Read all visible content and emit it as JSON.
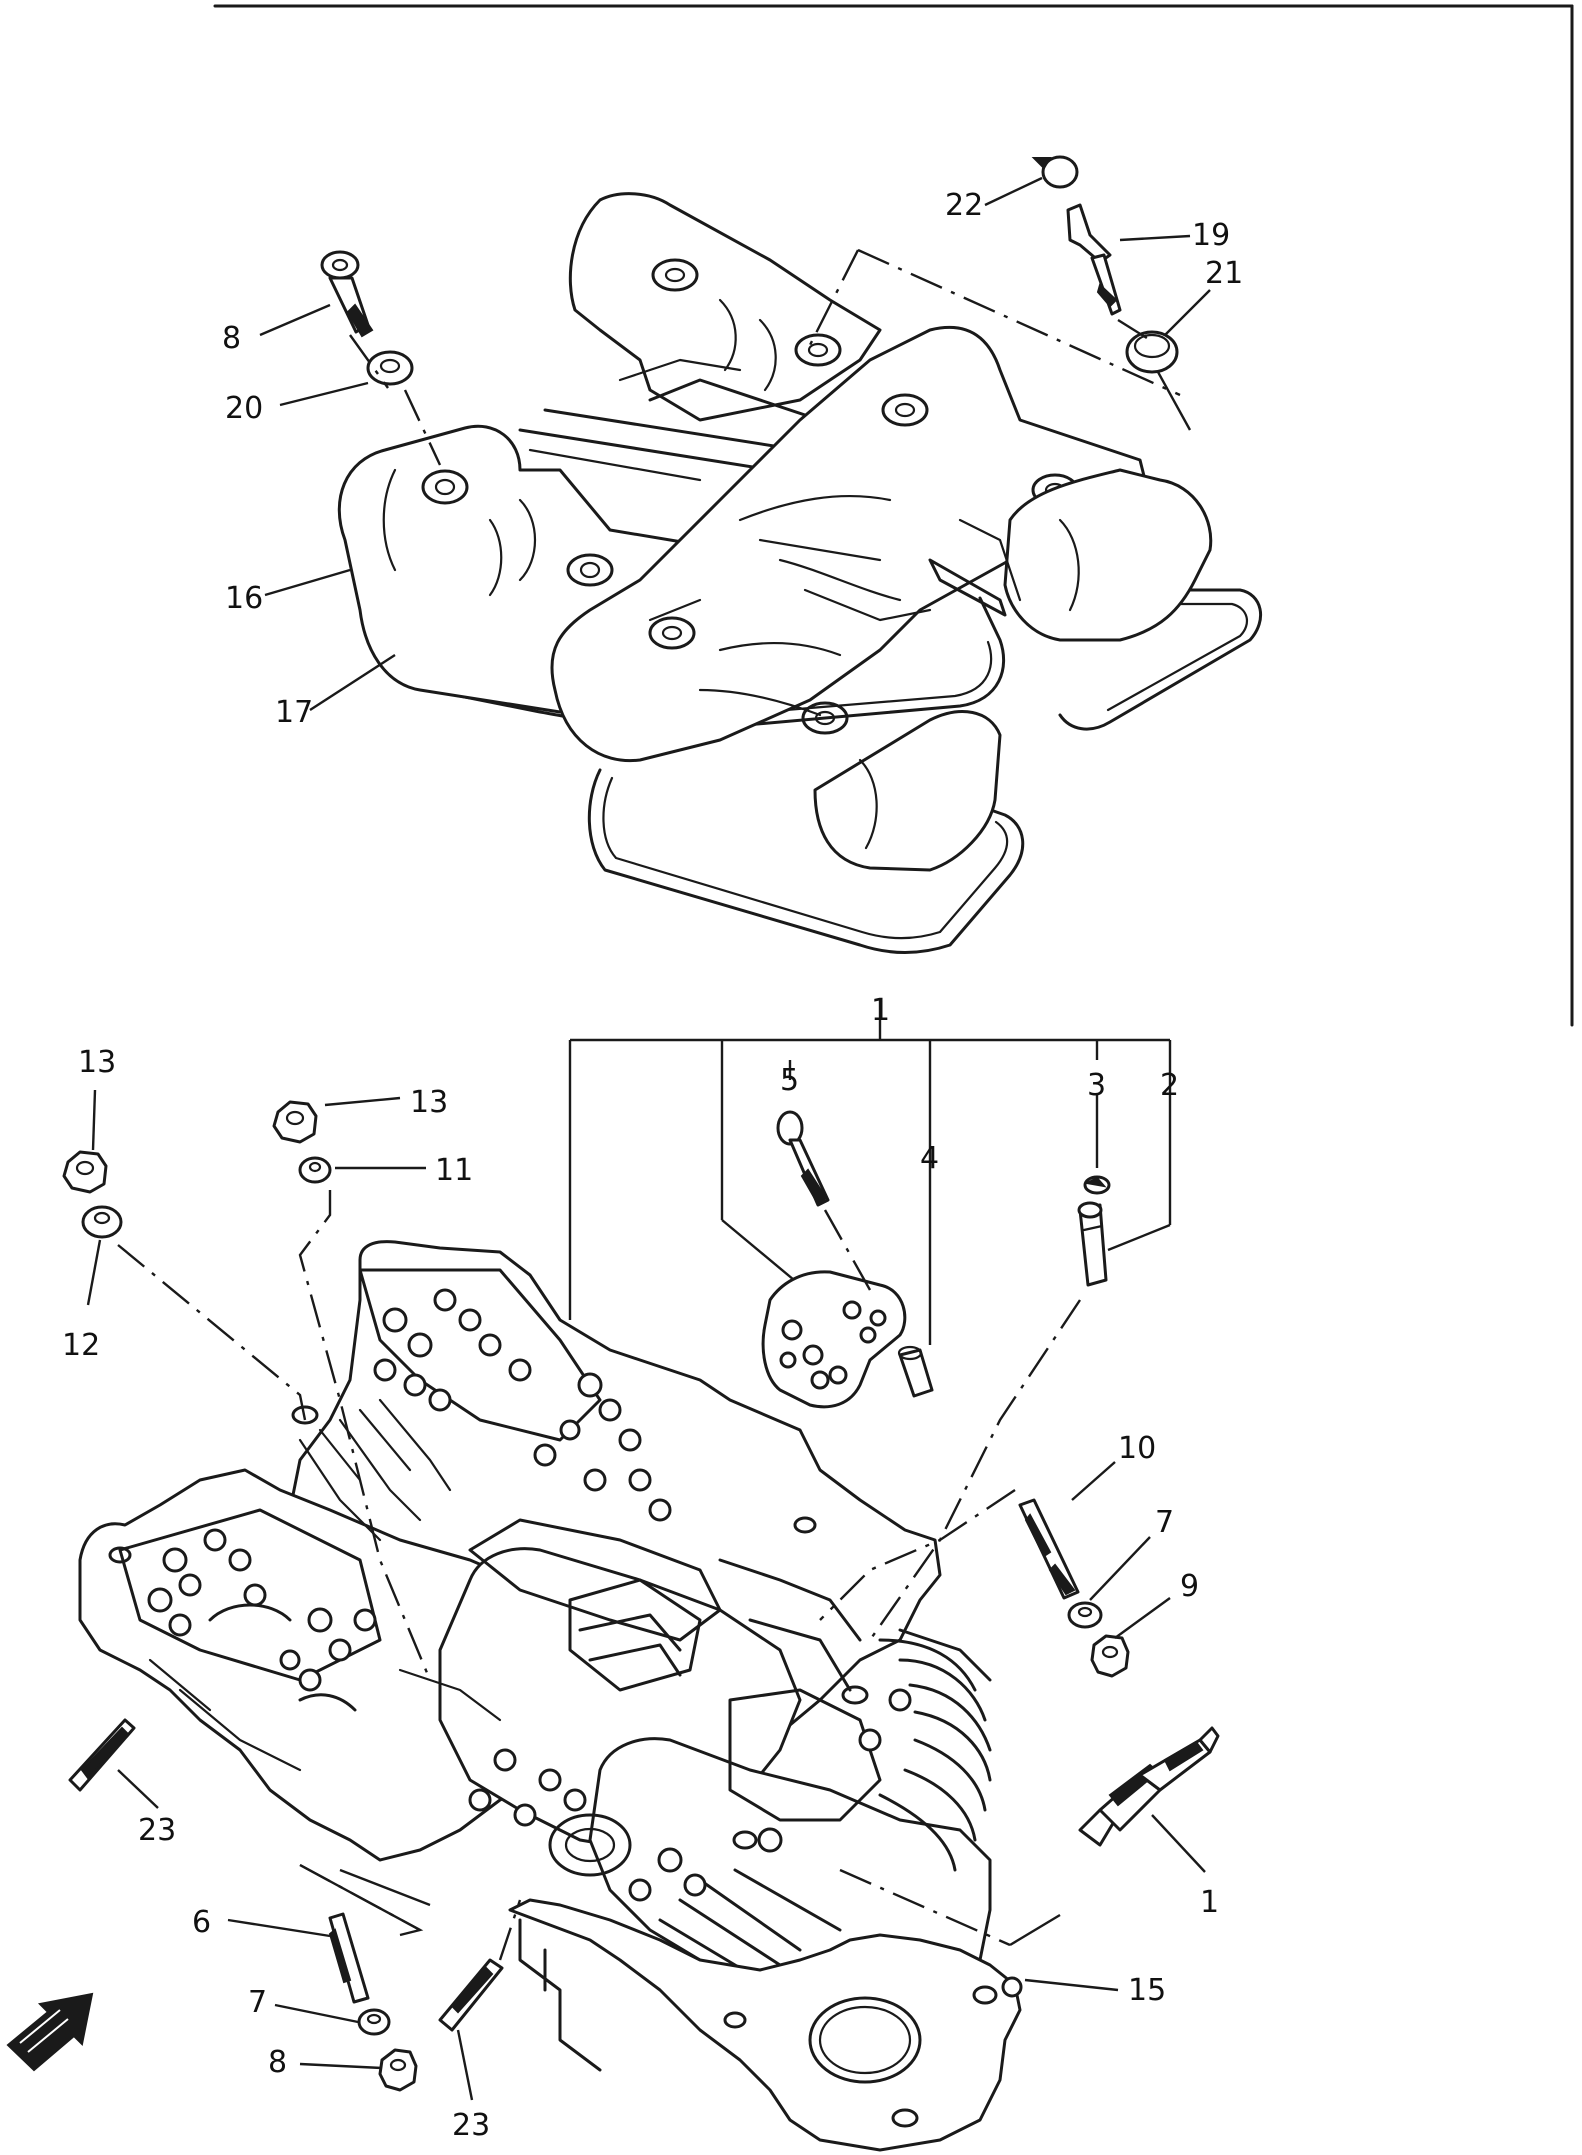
{
  "diagram": {
    "upper_callouts": {
      "c22": "22",
      "c19": "19",
      "c21": "21",
      "c8": "8",
      "c20": "20",
      "c16": "16",
      "c17": "17"
    },
    "lower_callouts": {
      "c1_top": "1",
      "c5": "5",
      "c3": "3",
      "c2": "2",
      "c4": "4",
      "c13_left": "13",
      "c13_right": "13",
      "c11": "11",
      "c12": "12",
      "c10": "10",
      "c7_right": "7",
      "c9": "9",
      "c23_left": "23",
      "c1_plug": "1",
      "c6": "6",
      "c7_left": "7",
      "c15": "15",
      "c8_left": "8",
      "c23_bottom": "23"
    },
    "icons": {
      "direction_arrow": "front-direction-arrow-icon",
      "spark_plug": "spark-plug-icon"
    },
    "colors": {
      "ink": "#1a1a1a",
      "paper": "#ffffff"
    }
  }
}
